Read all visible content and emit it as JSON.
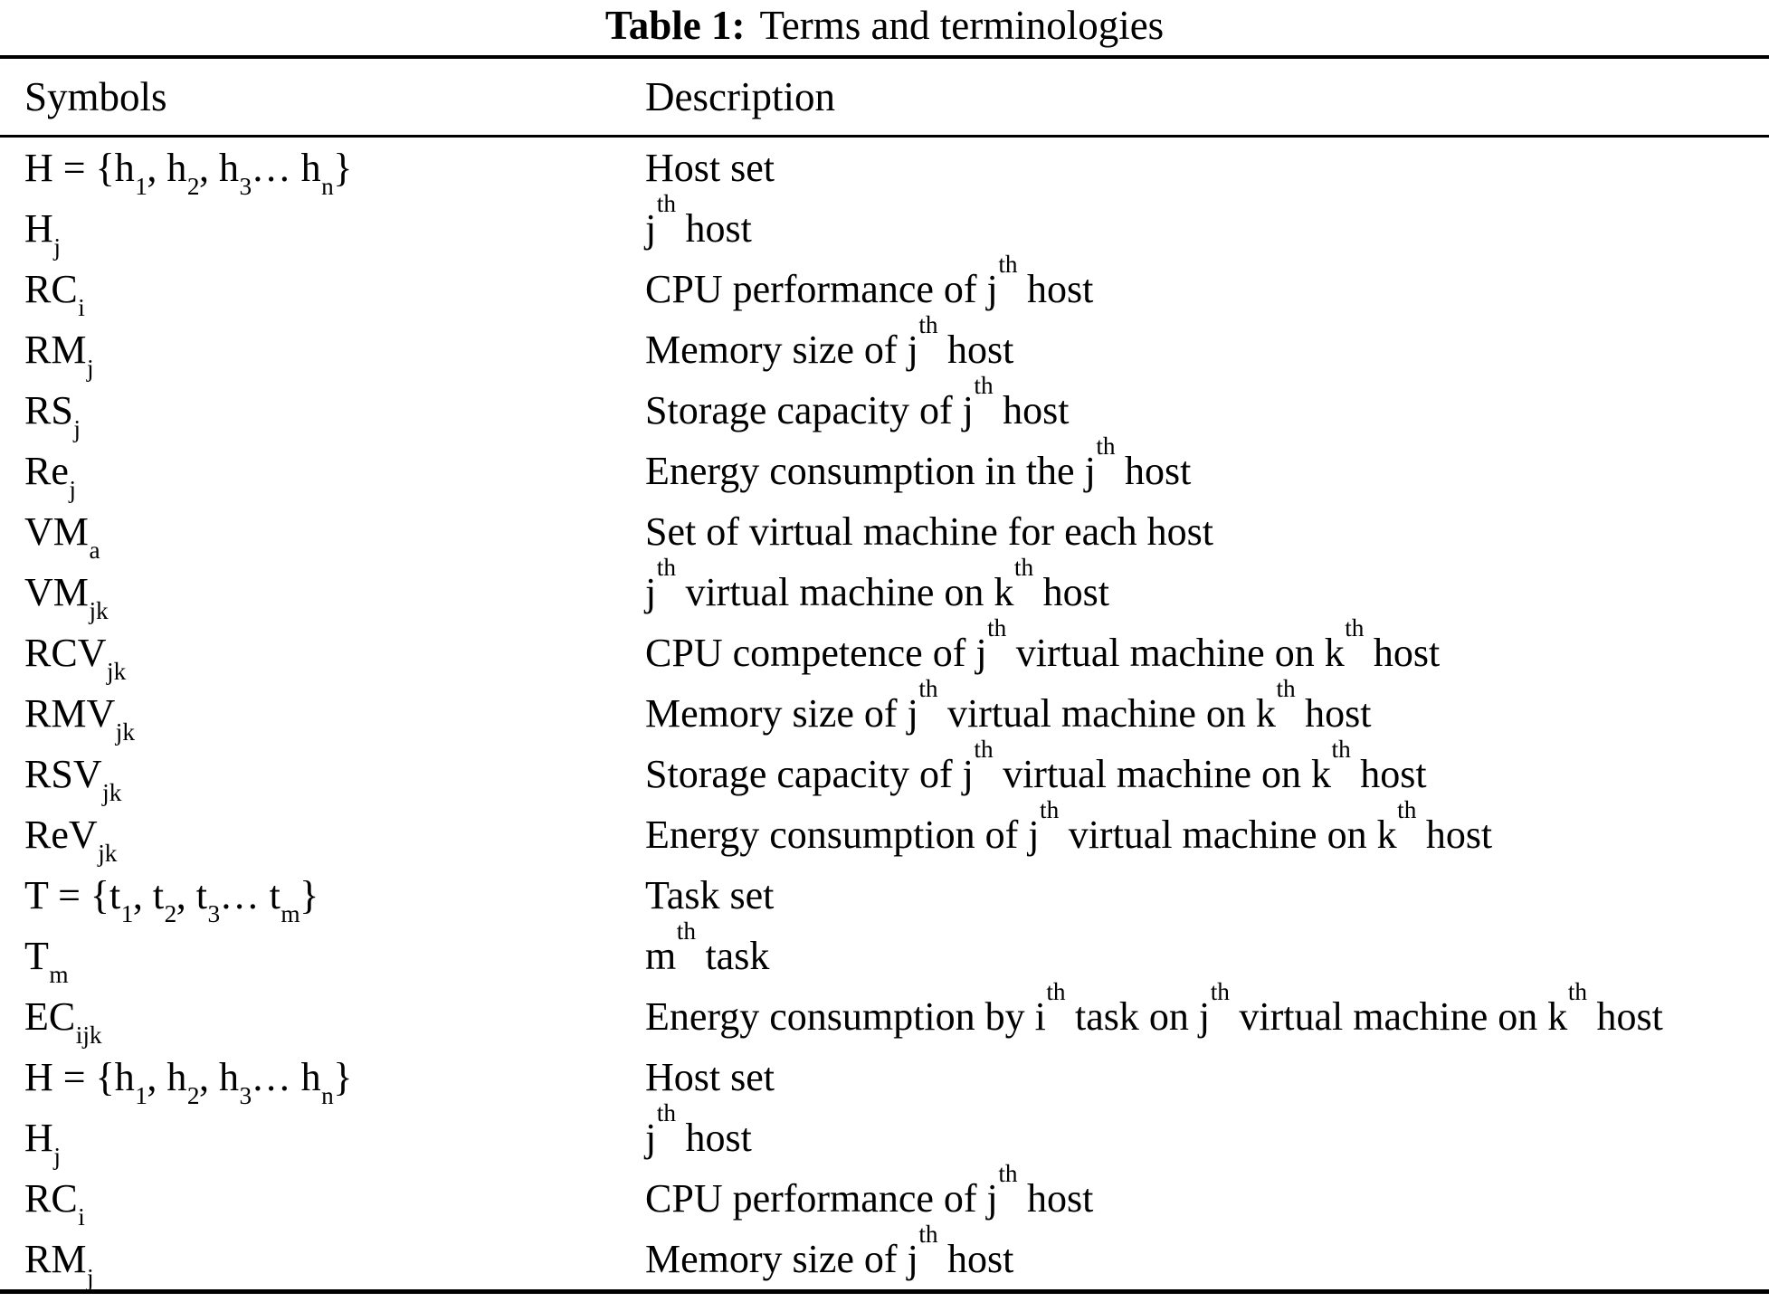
{
  "caption": {
    "label": "Table 1:",
    "title": "Terms and terminologies"
  },
  "table": {
    "columns": [
      {
        "key": "symbols",
        "label": "Symbols"
      },
      {
        "key": "description",
        "label": "Description"
      }
    ],
    "rows": [
      {
        "symbol": "H = {h_{1}, h_{2}, h_{3}… h_{n}}",
        "description": "Host set"
      },
      {
        "symbol": "H_{j}",
        "description": "j^{th} host"
      },
      {
        "symbol": "RC_{i}",
        "description": "CPU performance of j^{th} host"
      },
      {
        "symbol": "RM_{j}",
        "description": "Memory size of j^{th} host"
      },
      {
        "symbol": "RS_{j}",
        "description": "Storage capacity of j^{th} host"
      },
      {
        "symbol": "Re_{j}",
        "description": "Energy consumption in the j^{th} host"
      },
      {
        "symbol": "VM_{a}",
        "description": "Set of virtual machine for each host"
      },
      {
        "symbol": "VM_{jk}",
        "description": "j^{th} virtual machine on k^{th} host"
      },
      {
        "symbol": "RCV_{jk}",
        "description": "CPU competence of j^{th} virtual machine on k^{th} host"
      },
      {
        "symbol": "RMV_{jk}",
        "description": "Memory size of j^{th} virtual machine on k^{th} host"
      },
      {
        "symbol": "RSV_{jk}",
        "description": "Storage capacity of j^{th} virtual machine on k^{th} host"
      },
      {
        "symbol": "ReV_{jk}",
        "description": "Energy consumption of j^{th} virtual machine on k^{th} host"
      },
      {
        "symbol": "T = {t_{1}, t_{2}, t_{3}… t_{m}}",
        "description": "Task set"
      },
      {
        "symbol": "T_{m}",
        "description": "m^{th} task"
      },
      {
        "symbol": "EC_{ijk}",
        "description": "Energy consumption by i^{th} task on j^{th} virtual machine on k^{th} host"
      },
      {
        "symbol": "H = {h_{1}, h_{2}, h_{3}… h_{n}}",
        "description": "Host set"
      },
      {
        "symbol": "H_{j}",
        "description": "j^{th} host"
      },
      {
        "symbol": "RC_{i}",
        "description": "CPU performance of j^{th} host"
      },
      {
        "symbol": "RM_{j}",
        "description": "Memory size of j^{th} host"
      }
    ]
  }
}
